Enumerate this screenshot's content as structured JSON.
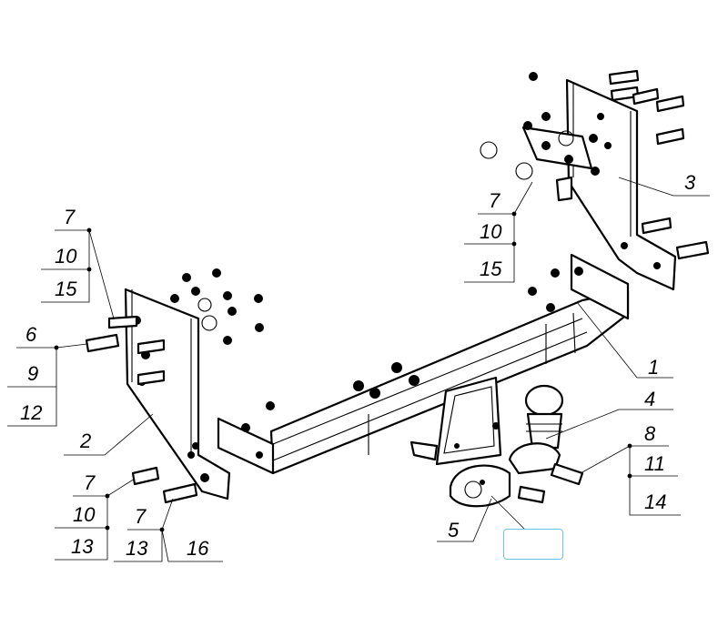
{
  "diagram": {
    "labels": {
      "l1": "1",
      "l2": "2",
      "l3": "3",
      "l4": "4",
      "l5": "5",
      "l6": "6",
      "l8": "8",
      "r_top_a": "7",
      "r_top_b": "10",
      "r_top_c": "15",
      "l_top_a": "7",
      "l_top_b": "10",
      "l_top_c": "15",
      "l_mid_b": "9",
      "l_mid_c": "12",
      "l_low_a": "7",
      "l_low_b": "10",
      "l_low_c": "13",
      "l_bot_a": "7",
      "l_bot_b": "13",
      "l_bot_c": "16",
      "r_low_b": "11",
      "r_low_c": "14"
    },
    "highlight_box": {
      "visible": true,
      "color": "#6fc3e8"
    }
  }
}
